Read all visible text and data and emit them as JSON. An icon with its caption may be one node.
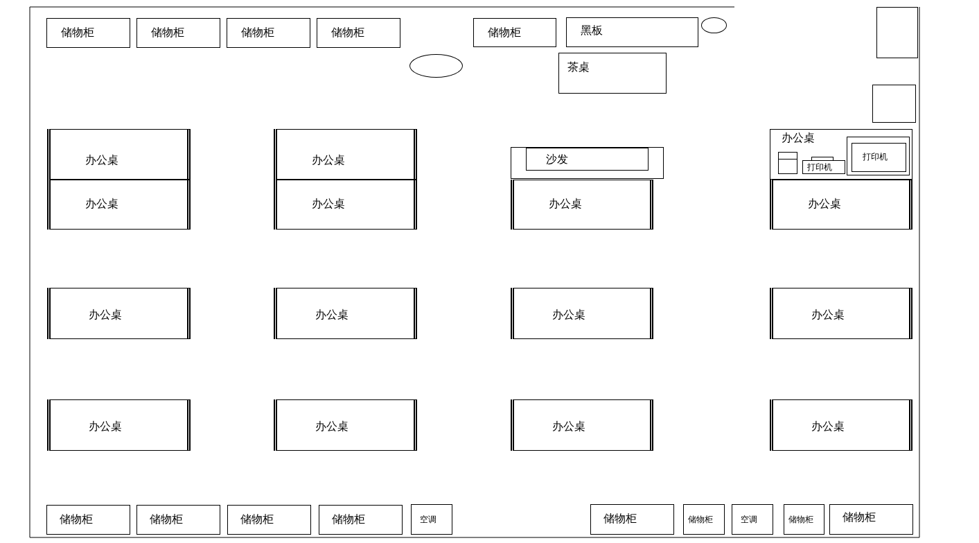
{
  "diagram": {
    "nodes": [
      {
        "text": [
          "储物柜"
        ]
      },
      {
        "text": [
          "储物柜"
        ]
      },
      {
        "text": [
          "储物柜"
        ]
      },
      {
        "text": [
          "储物柜"
        ]
      },
      {
        "text": [
          "储物柜"
        ]
      },
      {
        "text": [
          "黑板"
        ]
      },
      {
        "text": [],
        "shape": "circle"
      },
      {
        "text": [],
        "shape": "box"
      },
      {
        "text": [],
        "shape": "circle"
      },
      {
        "text": [
          "茶桌"
        ]
      },
      {
        "text": [],
        "shape": "box"
      },
      {
        "text": [
          "办公桌"
        ]
      },
      {
        "text": [
          "办公桌"
        ]
      },
      {
        "text": [
          "沙发"
        ]
      },
      {
        "text": [
          "办公桌"
        ]
      },
      {
        "text": [],
        "shape": "box",
        "in": 14
      },
      {
        "text": [
          "打印机"
        ],
        "in": 14
      },
      {
        "text": [
          "打印机"
        ],
        "in": 14
      },
      {
        "text": [
          "办公桌"
        ]
      },
      {
        "text": [
          "办公桌"
        ]
      },
      {
        "text": [
          "办公桌"
        ]
      },
      {
        "text": [
          "办公桌"
        ]
      },
      {
        "text": [
          "办公桌"
        ]
      },
      {
        "text": [
          "办公桌"
        ]
      },
      {
        "text": [
          "办公桌"
        ]
      },
      {
        "text": [
          "办公桌"
        ]
      },
      {
        "text": [
          "办公桌"
        ]
      },
      {
        "text": [
          "办公桌"
        ]
      },
      {
        "text": [
          "办公桌"
        ]
      },
      {
        "text": [
          "办公桌"
        ]
      },
      {
        "text": [
          "储物柜"
        ]
      },
      {
        "text": [
          "储物柜"
        ]
      },
      {
        "text": [
          "储物柜"
        ]
      },
      {
        "text": [
          "储物柜"
        ]
      },
      {
        "text": [
          "空调"
        ]
      },
      {
        "text": [
          "储物柜"
        ]
      },
      {
        "text": [
          "储物柜"
        ]
      },
      {
        "text": [
          "空调"
        ]
      },
      {
        "text": [
          "储物柜"
        ]
      },
      {
        "text": [
          "储物柜"
        ]
      }
    ]
  }
}
